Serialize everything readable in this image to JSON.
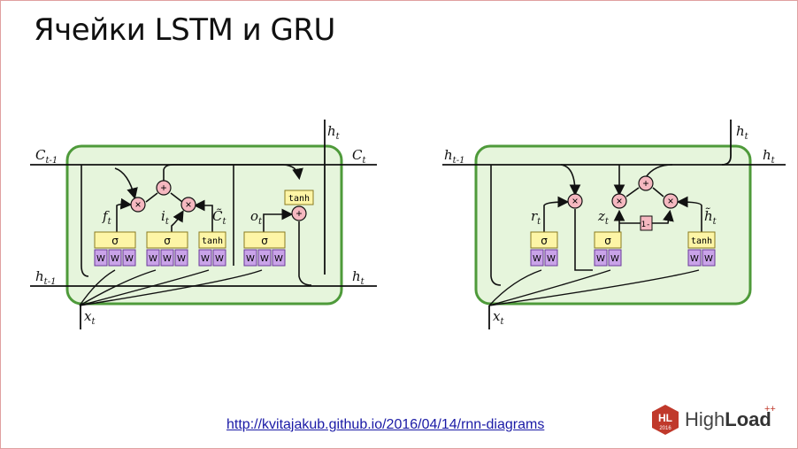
{
  "slide": {
    "title": "Ячейки LSTM и GRU",
    "link": "http://kvitajakub.github.io/2016/04/14/rnn-diagrams",
    "logo": {
      "badge": "HL",
      "year": "2016",
      "brand_prefix": "High",
      "brand_suffix": "Load",
      "plus": "++"
    }
  },
  "lstm": {
    "labels": {
      "c_in": "C",
      "c_in_sub": "t-1",
      "c_out": "C",
      "c_out_sub": "t",
      "h_top": "h",
      "h_top_sub": "t",
      "h_in": "h",
      "h_in_sub": "t-1",
      "h_out": "h",
      "h_out_sub": "t",
      "x_in": "x",
      "x_in_sub": "t",
      "f": "f",
      "f_sub": "t",
      "i": "i",
      "i_sub": "t",
      "c_tilde": "C̃",
      "c_tilde_sub": "t",
      "o": "o",
      "o_sub": "t"
    },
    "gates": [
      "σ",
      "σ",
      "tanh",
      "σ"
    ],
    "weight": "W",
    "ops": {
      "mult": "×",
      "add": "+"
    },
    "tanh_box": "tanh"
  },
  "gru": {
    "labels": {
      "h_in": "h",
      "h_in_sub": "t-1",
      "h_top": "h",
      "h_top_sub": "t",
      "h_out": "h",
      "h_out_sub": "t",
      "x_in": "x",
      "x_in_sub": "t",
      "r": "r",
      "r_sub": "t",
      "z": "z",
      "z_sub": "t",
      "h_tilde": "h̃",
      "h_tilde_sub": "t"
    },
    "gates": [
      "σ",
      "σ",
      "tanh"
    ],
    "weight": "W",
    "ops": {
      "mult": "×",
      "add": "+"
    },
    "one_minus": "1-"
  },
  "colors": {
    "cell_fill": "#e6f5dc",
    "cell_stroke": "#4e9a3a",
    "gate_fill": "#fdf5a6",
    "weight_fill": "#c9a3e8",
    "op_fill": "#f5b8c0",
    "line": "#111111"
  }
}
